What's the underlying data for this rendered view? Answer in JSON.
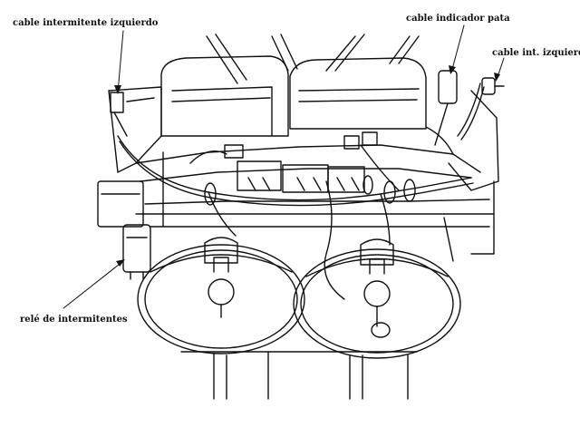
{
  "labels": {
    "left_indicator_cable": "cable intermitente izquierdo",
    "stand_indicator_cable": "cable indicador pata",
    "left_int_cable": "cable int. izquierdo",
    "flasher_relay": "relé de intermitentes"
  },
  "colors": {
    "ink": "#111111",
    "background": "#ffffff"
  }
}
